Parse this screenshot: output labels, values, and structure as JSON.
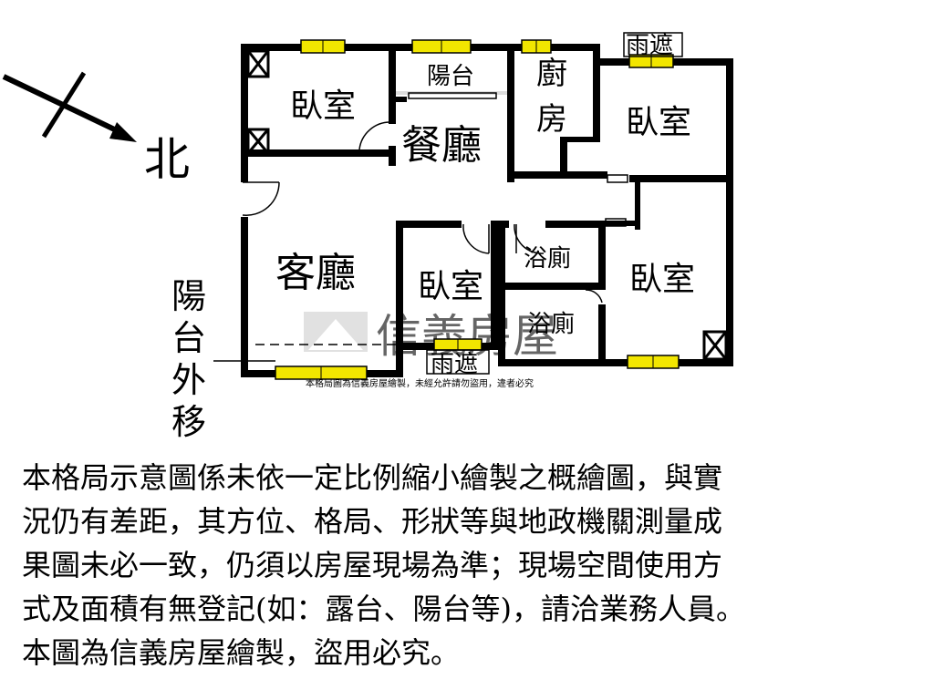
{
  "compass": {
    "north_label": "北"
  },
  "rooms": {
    "bedroom_nw": "臥室",
    "balcony_top": "陽台",
    "dining": "餐廳",
    "kitchen_line1": "廚",
    "kitchen_line2": "房",
    "bedroom_ne": "臥室",
    "living": "客廳",
    "bedroom_center": "臥室",
    "bath_upper": "浴廁",
    "bath_lower": "浴廁",
    "bedroom_se": "臥室"
  },
  "canopies": {
    "top": "雨遮",
    "bottom": "雨遮"
  },
  "balcony_note": [
    "陽",
    "台",
    "外",
    "移"
  ],
  "watermark": {
    "brand": "信義房屋",
    "fine_print": "本格局圖為信義房屋繪製，未經允許請勿盜用，違者必究"
  },
  "disclaimer": [
    "本格局示意圖係未依一定比例縮小繪製之概繪圖，與實",
    "況仍有差距，其方位、格局、形狀等與地政機關測量成",
    "果圖未必一致，仍須以房屋現場為準；現場空間使用方",
    "式及面積有無登記(如：露台、陽台等)，請洽業務人員。",
    "本圖為信義房屋繪製，盜用必究。"
  ],
  "colors": {
    "wall": "#000000",
    "window": "#f2e600",
    "watermark": "#c8c8c8"
  }
}
